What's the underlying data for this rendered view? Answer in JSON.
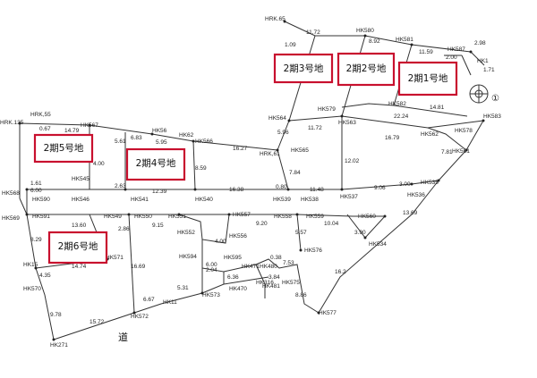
{
  "lots": [
    {
      "id": "lot3",
      "label": "2期3号地"
    },
    {
      "id": "lot2",
      "label": "2期2号地"
    },
    {
      "id": "lot1",
      "label": "2期1号地"
    },
    {
      "id": "lot5",
      "label": "2期5号地"
    },
    {
      "id": "lot4",
      "label": "2期4号地"
    },
    {
      "id": "lot6",
      "label": "2期6号地"
    }
  ],
  "road_label": "道",
  "north_marker": "①",
  "points": [
    "HRK.65",
    "HK580",
    "HK581",
    "HK587",
    "HK1",
    "HRK,55",
    "HK567",
    "HK56",
    "HK62",
    "HK566",
    "HK564",
    "HK563",
    "HK562",
    "HK578",
    "HK583",
    "HK579",
    "HK582",
    "HRK.135",
    "HK545",
    "HK546",
    "HK561",
    "HRK,61",
    "HK565",
    "HK568",
    "HK541",
    "HK540",
    "HK539",
    "HK538",
    "HK537",
    "HK536",
    "HK535",
    "HK569",
    "HK591",
    "HK590",
    "HK549",
    "HK550",
    "HK551",
    "HK557",
    "HK558",
    "HK559",
    "HK560",
    "HK552",
    "HK556",
    "HK534",
    "HK576",
    "HK594",
    "HK595",
    "HK471",
    "HK480",
    "HK15",
    "HK571",
    "HK570",
    "HK470",
    "HK316",
    "HK575",
    "HK481",
    "HK573",
    "HK11",
    "HK572",
    "HK577",
    "HK271"
  ],
  "dimensions": [
    "11.72",
    "8.92",
    "11.59",
    "2.98",
    "2.00",
    "1.71",
    "1.09",
    "14.81",
    "22.24",
    "14.79",
    "6.83",
    "5.95",
    "16.27",
    "11.72",
    "16.79",
    "7.81",
    "5.96",
    "7.84",
    "12.02",
    "0.67",
    "1.61",
    "6.00",
    "4.00",
    "5.61",
    "2.63",
    "8.59",
    "12.39",
    "16.38",
    "0.80",
    "11.48",
    "9.06",
    "3.00",
    "13.69",
    "13.60",
    "9.15",
    "9.20",
    "10.04",
    "5.57",
    "3.90",
    "4.00",
    "6.00",
    "2.04",
    "6.36",
    "5.31",
    "6.67",
    "0.38",
    "7.53",
    "3.84",
    "8.86",
    "16.69",
    "15.72",
    "9.78",
    "14.74",
    "4.35",
    "8.29",
    "2.86",
    "16.2"
  ]
}
